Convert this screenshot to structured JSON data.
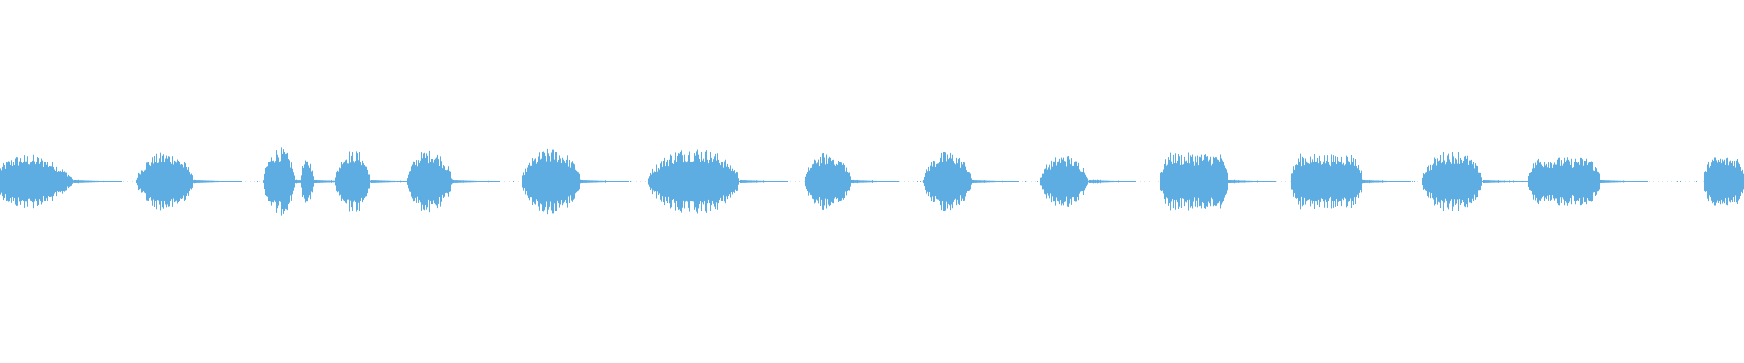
{
  "waveform": {
    "color": "#5dade2",
    "segments": [
      {
        "start": 0.0,
        "end": 0.042,
        "amp": 0.78,
        "shape": "swell-left"
      },
      {
        "start": 0.078,
        "end": 0.111,
        "amp": 0.72,
        "shape": "round"
      },
      {
        "start": 0.151,
        "end": 0.169,
        "amp": 0.85,
        "shape": "round"
      },
      {
        "start": 0.172,
        "end": 0.18,
        "amp": 0.55,
        "shape": "round"
      },
      {
        "start": 0.192,
        "end": 0.212,
        "amp": 0.8,
        "shape": "round"
      },
      {
        "start": 0.233,
        "end": 0.259,
        "amp": 0.78,
        "shape": "round"
      },
      {
        "start": 0.299,
        "end": 0.333,
        "amp": 0.82,
        "shape": "round"
      },
      {
        "start": 0.371,
        "end": 0.424,
        "amp": 0.85,
        "shape": "round"
      },
      {
        "start": 0.461,
        "end": 0.488,
        "amp": 0.72,
        "shape": "round"
      },
      {
        "start": 0.529,
        "end": 0.557,
        "amp": 0.74,
        "shape": "round"
      },
      {
        "start": 0.596,
        "end": 0.624,
        "amp": 0.66,
        "shape": "round"
      },
      {
        "start": 0.665,
        "end": 0.704,
        "amp": 0.7,
        "shape": "flat"
      },
      {
        "start": 0.74,
        "end": 0.781,
        "amp": 0.68,
        "shape": "flat"
      },
      {
        "start": 0.815,
        "end": 0.85,
        "amp": 0.78,
        "shape": "round"
      },
      {
        "start": 0.876,
        "end": 0.917,
        "amp": 0.6,
        "shape": "flat"
      },
      {
        "start": 0.977,
        "end": 1.0,
        "amp": 0.62,
        "shape": "flat"
      }
    ],
    "baseline_noise": 0.015
  }
}
